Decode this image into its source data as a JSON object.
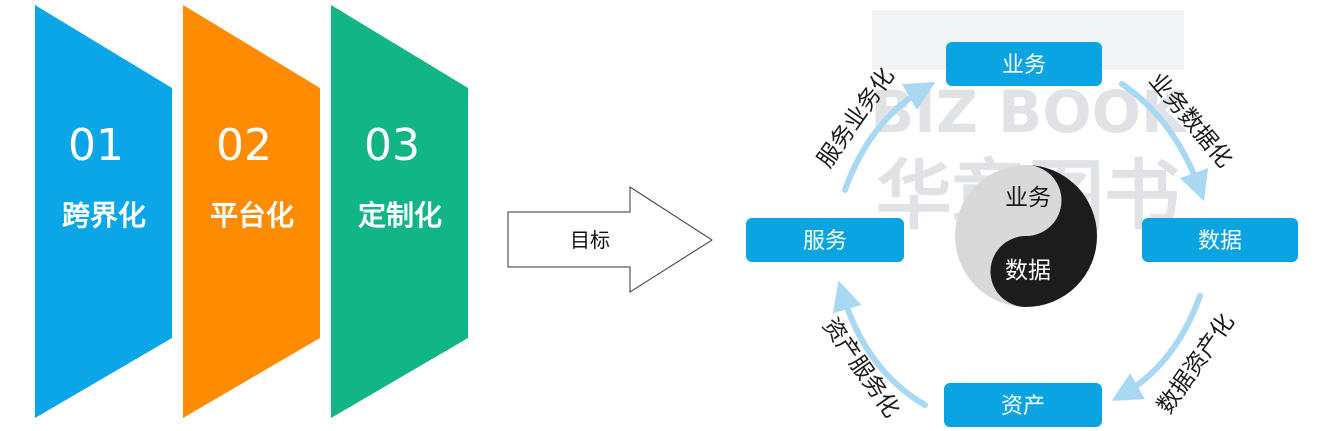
{
  "panels": [
    {
      "number": "01",
      "title": "跨界化",
      "color": "#0aa6e8"
    },
    {
      "number": "02",
      "title": "平台化",
      "color": "#ff8c00"
    },
    {
      "number": "03",
      "title": "定制化",
      "color": "#12b585"
    }
  ],
  "arrow_label": "目标",
  "cycle": {
    "nodes": {
      "top": "业务",
      "right": "数据",
      "bottom": "资产",
      "left": "服务"
    },
    "transitions": {
      "top_right": "业务数据化",
      "right_bottom": "数据资产化",
      "bottom_left": "资产服务化",
      "left_top": "服务业务化"
    },
    "center": {
      "upper": "业务",
      "lower": "数据"
    },
    "box_color": "#0ba4e3",
    "arc_color": "#a9d9f2"
  },
  "watermark": {
    "line1": "BIZ BOOK",
    "line2": "华章图书"
  }
}
